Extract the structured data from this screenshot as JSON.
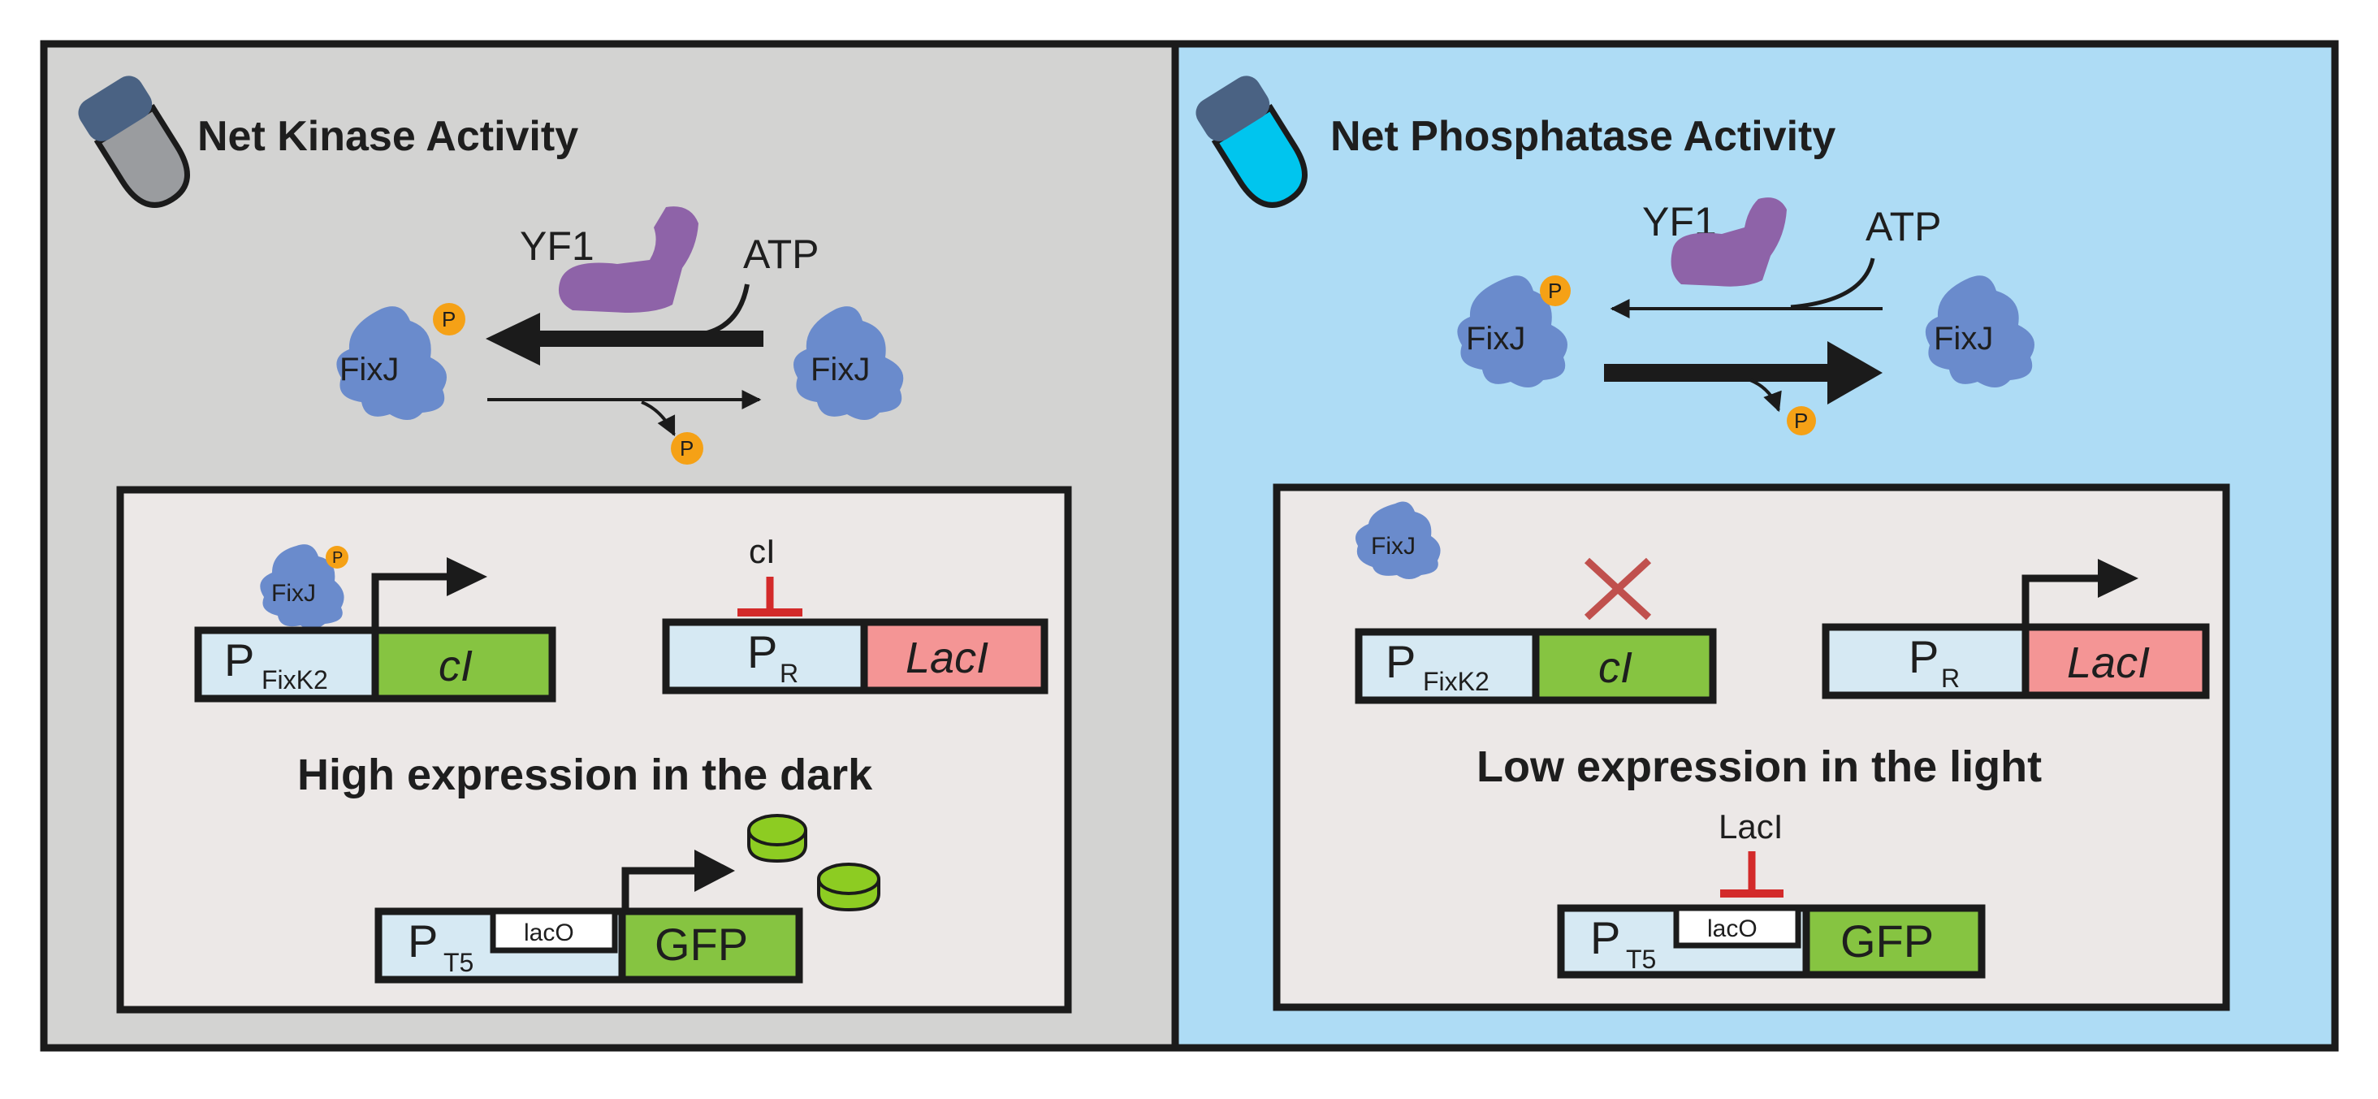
{
  "colors": {
    "kinase_panel_bg": "#d3d3d2",
    "phosphatase_panel_bg": "#aedcf5",
    "inner_panel_bg": "#ece8e7",
    "border": "#1b1b1b",
    "promoter": "#d6e9f3",
    "gene_green": "#86c441",
    "gene_pink": "#f49595",
    "yf1_purple": "#8e63a8",
    "fixj_blue": "#6a8bcc",
    "phosphate_orange": "#f5a116",
    "repression_red": "#d32a2a",
    "blocked_x": "#c0504d",
    "gfp_barrel": "#8dcc22",
    "tube_cap": "#4a6283",
    "tube_dark_body": "#9a9c9f",
    "tube_light_body": "#00c5ee"
  },
  "panels": [
    {
      "id": "kinase",
      "title": "Net Kinase Activity",
      "icon": "test-tube-dark-icon",
      "reaction": {
        "enzyme": "YF1",
        "cofactor": "ATP",
        "left_protein": "FixJ",
        "right_protein": "FixJ",
        "phosphate": "P",
        "dominant_direction": "phosphorylation"
      },
      "circuit": {
        "bound_protein": "FixJ",
        "bound_phosphate": "P",
        "gene1": {
          "promoter": "P",
          "promoter_sub": "FixK2",
          "gene": "cI",
          "state": "active"
        },
        "gene2": {
          "repressor_label": "cI",
          "promoter": "P",
          "promoter_sub": "R",
          "gene": "LacI",
          "state": "repressed"
        },
        "caption": "High expression in the dark",
        "reporter": {
          "promoter": "P",
          "promoter_sub": "T5",
          "operator": "lacO",
          "gene": "GFP",
          "state": "active"
        }
      }
    },
    {
      "id": "phosphatase",
      "title": "Net Phosphatase Activity",
      "icon": "test-tube-light-icon",
      "reaction": {
        "enzyme": "YF1",
        "cofactor": "ATP",
        "left_protein": "FixJ",
        "right_protein": "FixJ",
        "phosphate": "P",
        "dominant_direction": "dephosphorylation"
      },
      "circuit": {
        "free_protein": "FixJ",
        "gene1": {
          "promoter": "P",
          "promoter_sub": "FixK2",
          "gene": "cI",
          "state": "blocked"
        },
        "gene2": {
          "promoter": "P",
          "promoter_sub": "R",
          "gene": "LacI",
          "state": "active"
        },
        "caption": "Low expression in the light",
        "reporter": {
          "repressor_label": "LacI",
          "promoter": "P",
          "promoter_sub": "T5",
          "operator": "lacO",
          "gene": "GFP",
          "state": "repressed"
        }
      }
    }
  ]
}
